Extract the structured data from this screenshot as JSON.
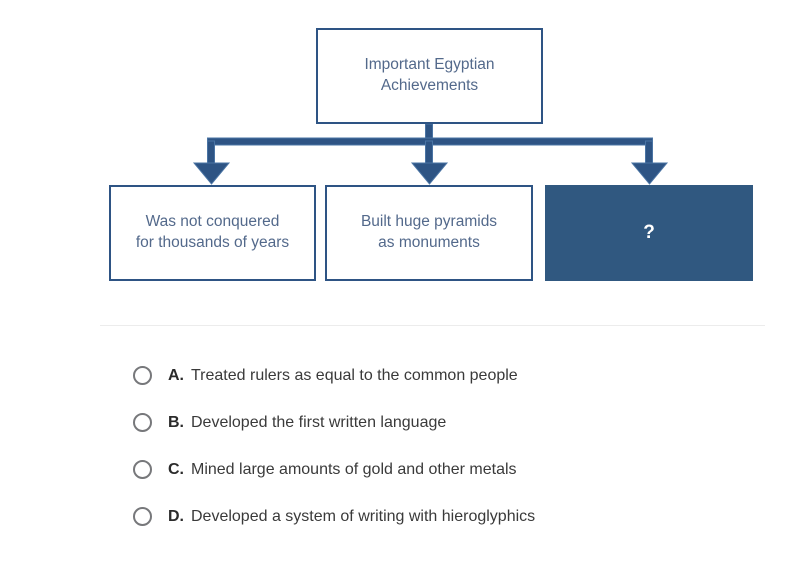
{
  "diagram": {
    "root": {
      "label": "Important Egyptian\nAchievements"
    },
    "children": [
      {
        "label": "Was not conquered\nfor thousands of years"
      },
      {
        "label": "Built huge pyramids\nas monuments"
      },
      {
        "label": "?"
      }
    ],
    "colors": {
      "box_border": "#2e5484",
      "box_text": "#53698b",
      "highlight_fill": "#305880",
      "highlight_text": "#ffffff",
      "connector_fill": "#2e5484",
      "connector_stroke": "#4a74a4"
    }
  },
  "answers": {
    "options": [
      {
        "letter": "A.",
        "text": "Treated rulers as equal to the common people"
      },
      {
        "letter": "B.",
        "text": "Developed the first written language"
      },
      {
        "letter": "C.",
        "text": "Mined large amounts of gold and other metals"
      },
      {
        "letter": "D.",
        "text": "Developed a system of writing with hieroglyphics"
      }
    ]
  }
}
